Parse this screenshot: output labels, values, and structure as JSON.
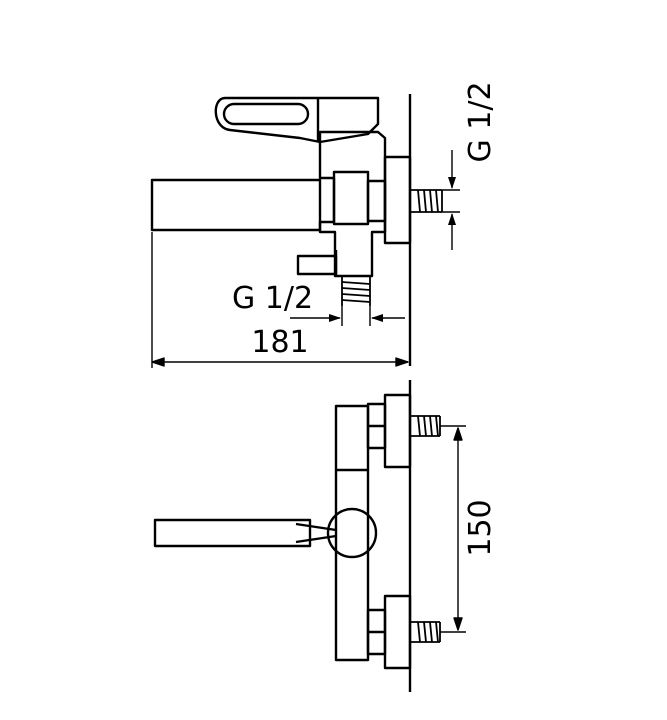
{
  "dimensions": {
    "thread_top": "G 1/2",
    "thread_bottom": "G 1/2",
    "spout_length": "181",
    "inlet_spacing": "150"
  },
  "colors": {
    "line": "#000000",
    "background": "#ffffff"
  }
}
